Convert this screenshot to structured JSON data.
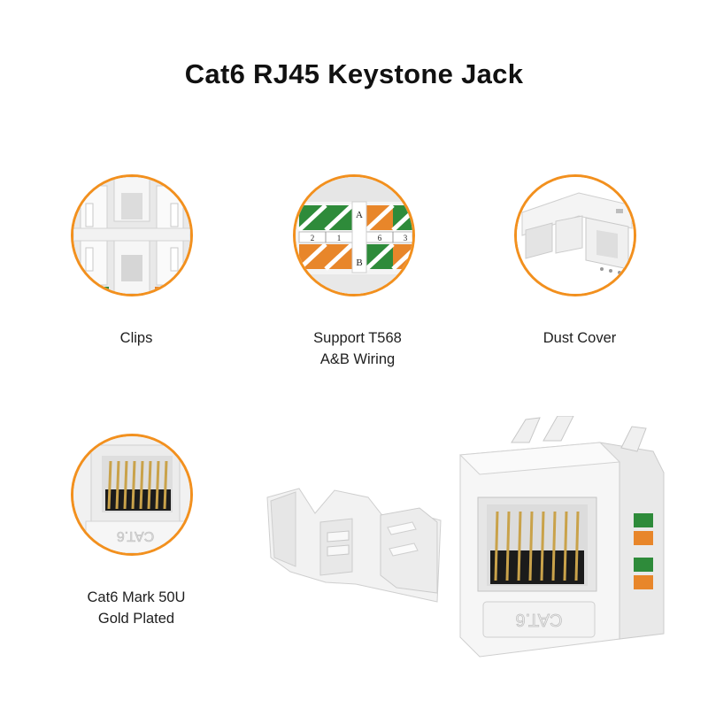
{
  "title": "Cat6 RJ45 Keystone Jack",
  "features": [
    {
      "id": "clips",
      "label_lines": [
        "Clips"
      ]
    },
    {
      "id": "wiring",
      "label_lines": [
        "Support T568",
        "A&B Wiring"
      ]
    },
    {
      "id": "dust-cover",
      "label_lines": [
        "Dust Cover"
      ]
    },
    {
      "id": "gold-plated",
      "label_lines": [
        "Cat6 Mark 50U",
        "Gold Plated"
      ]
    }
  ],
  "wiring_diagram": {
    "row_letters": [
      "A",
      "B"
    ],
    "pin_numbers": [
      "2",
      "1",
      "6",
      "3"
    ]
  },
  "jack_marking": "CAT.6",
  "colors": {
    "accent_ring": "#f2901e",
    "wire_green": "#2e8b3a",
    "wire_orange": "#e8862a",
    "gold_contacts": "#c9a24a",
    "plastic": "#f4f4f4"
  }
}
